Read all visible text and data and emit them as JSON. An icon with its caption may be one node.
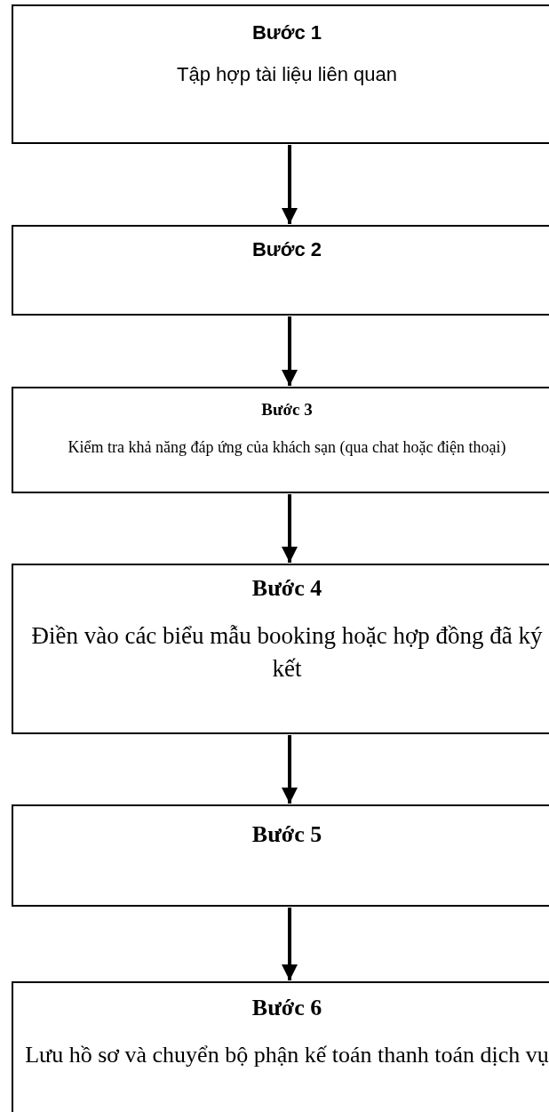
{
  "diagram": {
    "nodes": [
      {
        "text": [
          "Bước 1",
          "Tập hợp tài liệu liên quan"
        ]
      },
      {
        "text": [
          "Bước 2"
        ]
      },
      {
        "text": [
          "Bước 3",
          "Kiểm tra khả năng đáp ứng của khách sạn (qua chat hoặc điện thoại)"
        ]
      },
      {
        "text": [
          "Bước 4",
          "Điền vào các biểu mẫu booking hoặc hợp đồng đã ký kết"
        ]
      },
      {
        "text": [
          "Bước 5"
        ]
      },
      {
        "text": [
          "Bước 6",
          "Lưu hồ sơ và chuyển bộ phận kế toán thanh toán dịch vụ"
        ]
      }
    ],
    "edges": [
      {
        "from": 0,
        "to": 1,
        "arrow": "to"
      },
      {
        "from": 1,
        "to": 2,
        "arrow": "to"
      },
      {
        "from": 2,
        "to": 3,
        "arrow": "to"
      },
      {
        "from": 3,
        "to": 4,
        "arrow": "to"
      },
      {
        "from": 4,
        "to": 5,
        "arrow": "to"
      }
    ]
  }
}
